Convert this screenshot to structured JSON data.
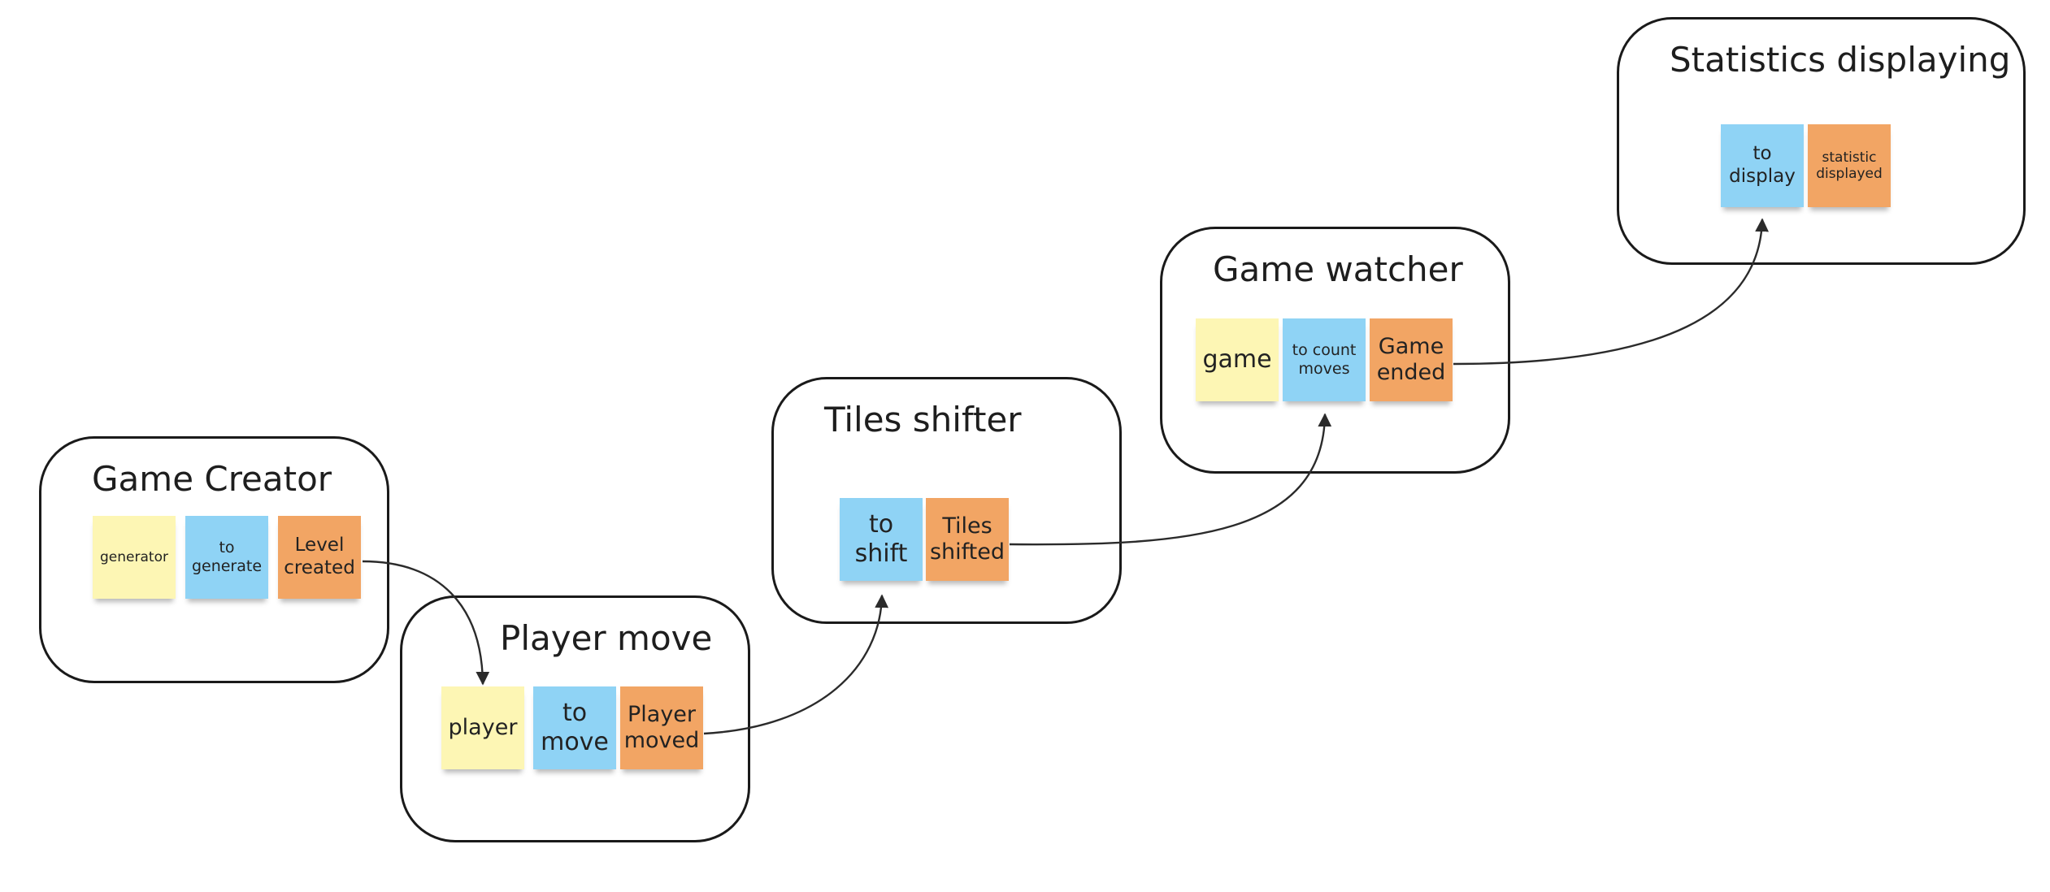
{
  "frames": {
    "game_creator": {
      "title": "Game Creator",
      "notes": {
        "actor": "generator",
        "command": "to generate",
        "event": "Level created"
      }
    },
    "player_move": {
      "title": "Player move",
      "notes": {
        "actor": "player",
        "command": "to move",
        "event": "Player moved"
      }
    },
    "tiles_shifter": {
      "title": "Tiles shifter",
      "notes": {
        "command": "to shift",
        "event": "Tiles shifted"
      }
    },
    "game_watcher": {
      "title": "Game watcher",
      "notes": {
        "actor": "game",
        "command": "to count moves",
        "event": "Game ended"
      }
    },
    "statistics_displaying": {
      "title": "Statistics displaying",
      "notes": {
        "command": "to display",
        "event": "statistic displayed"
      }
    }
  },
  "colors": {
    "actor_note": "#fdf6b4",
    "command_note": "#8fd3f5",
    "event_note": "#f2a564",
    "frame_border": "#1a1a1a",
    "connector": "#2b2b2b"
  }
}
